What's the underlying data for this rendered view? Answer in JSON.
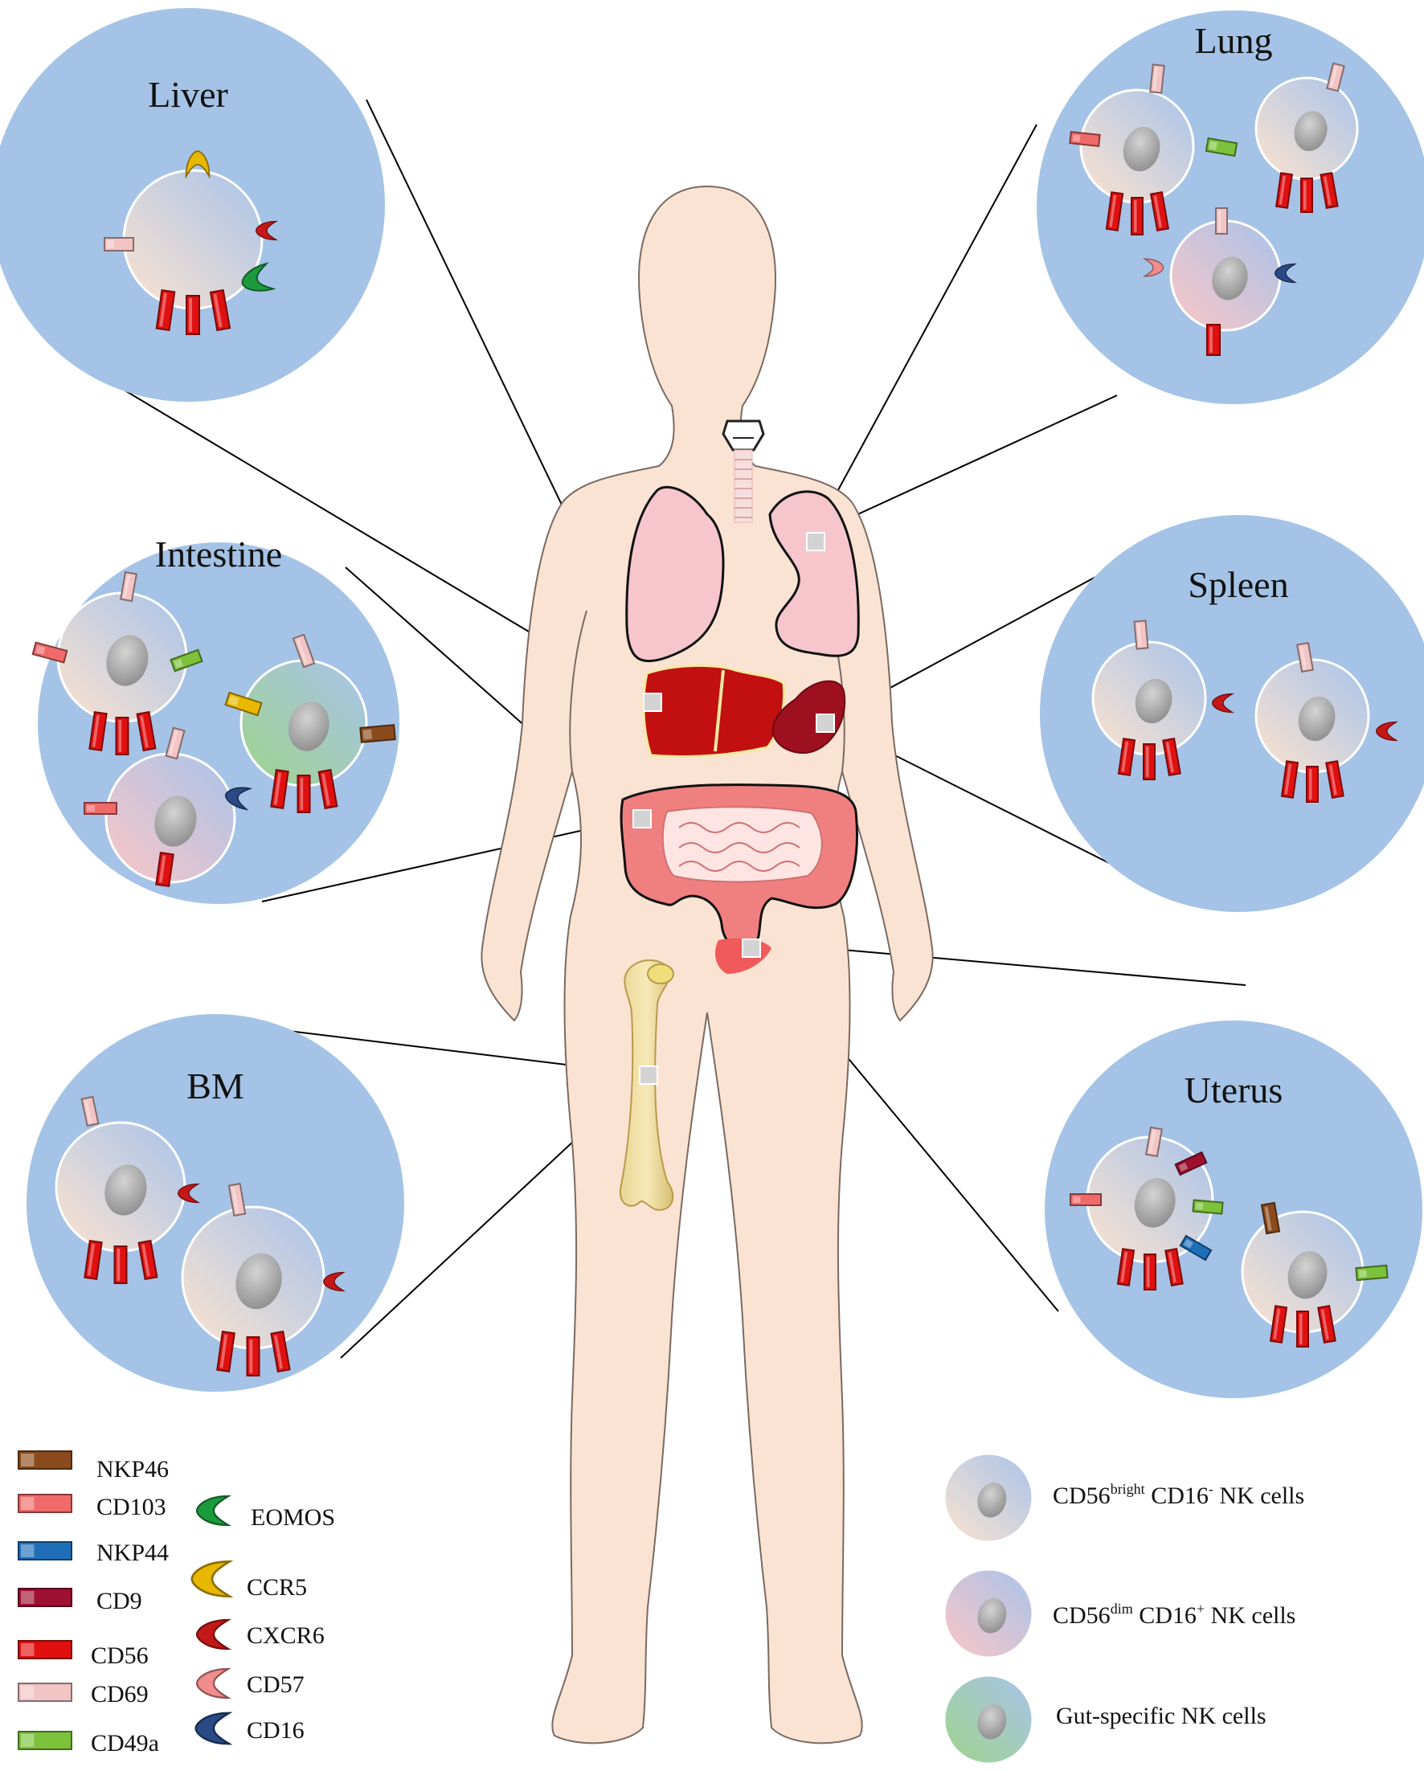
{
  "organs": {
    "liver": "Liver",
    "lung": "Lung",
    "intestine": "Intestine",
    "spleen": "Spleen",
    "bm": "BM",
    "uterus": "Uterus"
  },
  "marker_legend": {
    "nkp46": "NKP46",
    "cd103": "CD103",
    "nkp44": "NKP44",
    "cd9": "CD9",
    "cd56": "CD56",
    "cd69": "CD69",
    "cd49a": "CD49a",
    "eomos": "EOMOS",
    "ccr5": "CCR5",
    "cxcr6": "CXCR6",
    "cd57": "CD57",
    "cd16": "CD16"
  },
  "cell_types": {
    "bright": {
      "pre": "CD56",
      "sup1": "bright",
      "mid": " CD16",
      "sup2": "-",
      "post": " NK cells"
    },
    "dim": {
      "pre": "CD56",
      "sup1": "dim",
      "mid": " CD16",
      "sup2": "+",
      "post": " NK cells"
    },
    "gut": "Gut-specific NK cells"
  },
  "colors": {
    "circle_bg": "#a4c3e6",
    "body_skin": "#fbe3d3",
    "nkp46": "#8b4a1c",
    "cd103": "#f06a6a",
    "nkp44": "#1f6fb8",
    "cd9": "#9e1030",
    "cd56": "#e01010",
    "cd69": "#f2c4c4",
    "cd49a": "#7cc23a",
    "eomos": "#1c9a3e",
    "ccr5": "#e8b800",
    "cxcr6": "#c41818",
    "cd57": "#f08c8c",
    "cd16": "#2a4a86"
  }
}
